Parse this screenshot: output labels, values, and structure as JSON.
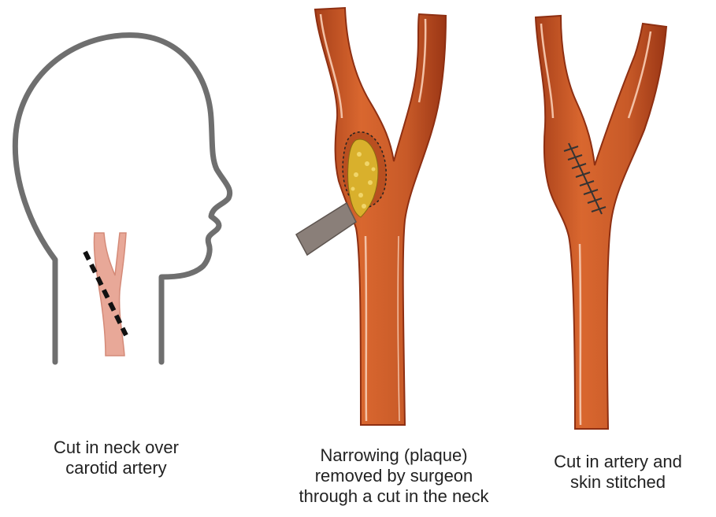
{
  "captions": {
    "head": {
      "line1": "Cut in neck over",
      "line2": "carotid artery"
    },
    "plaque": {
      "line1": "Narrowing (plaque)",
      "line2": "removed by surgeon",
      "line3": "through a cut in the neck"
    },
    "stitched": {
      "line1": "Cut in artery and",
      "line2": "skin stitched"
    }
  },
  "colors": {
    "outline": "#6f6f6f",
    "artery": "#c85a28",
    "artery_edge": "#8e2f12",
    "artery_highlight": "#f3c1a6",
    "neck_artery": "#e8a898",
    "plaque": "#d9b02c",
    "instrument": "#8a7f79",
    "stitch": "#333333"
  }
}
